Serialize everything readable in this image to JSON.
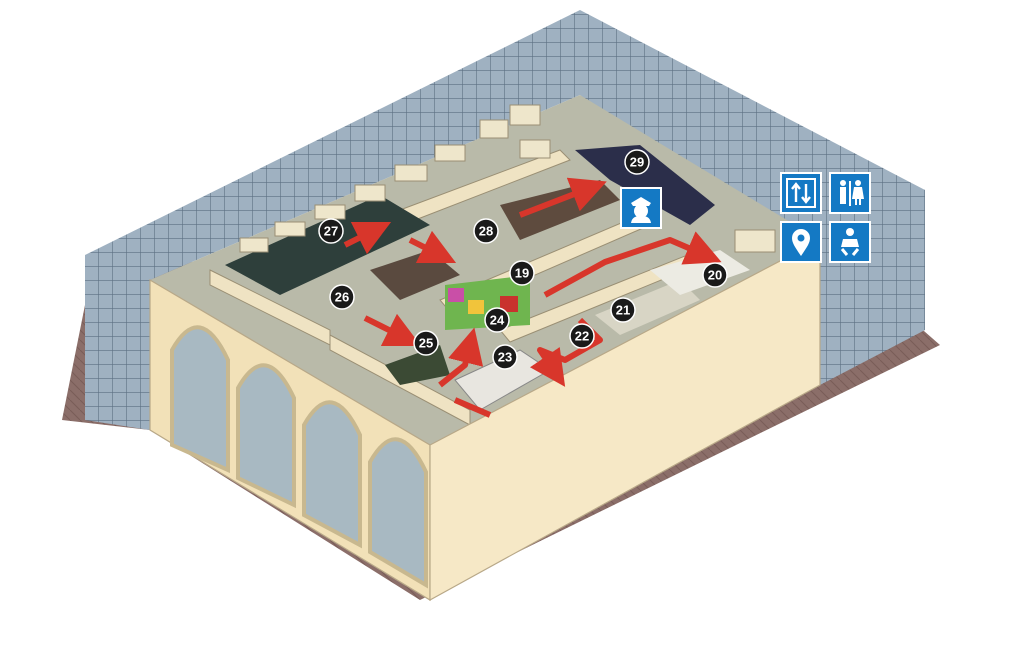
{
  "map": {
    "markers": [
      {
        "id": "m19",
        "label": "19"
      },
      {
        "id": "m20",
        "label": "20"
      },
      {
        "id": "m21",
        "label": "21"
      },
      {
        "id": "m22",
        "label": "22"
      },
      {
        "id": "m23",
        "label": "23"
      },
      {
        "id": "m24",
        "label": "24"
      },
      {
        "id": "m25",
        "label": "25"
      },
      {
        "id": "m26",
        "label": "26"
      },
      {
        "id": "m27",
        "label": "27"
      },
      {
        "id": "m28",
        "label": "28"
      },
      {
        "id": "m29",
        "label": "29"
      }
    ]
  },
  "legend": {
    "icons": [
      {
        "name": "elevator-icon"
      },
      {
        "name": "restroom-icon"
      },
      {
        "name": "location-pin-icon"
      },
      {
        "name": "baby-changing-icon"
      },
      {
        "name": "guard-icon"
      }
    ]
  },
  "colors": {
    "facade": "#f4e4bd",
    "floor": "#b8b9a9",
    "glass": "#8fa2b3",
    "route": "#d8362b",
    "marker": "#1a1a1a",
    "icon_blue": "#1479c4",
    "ground": "#7a5a55"
  }
}
